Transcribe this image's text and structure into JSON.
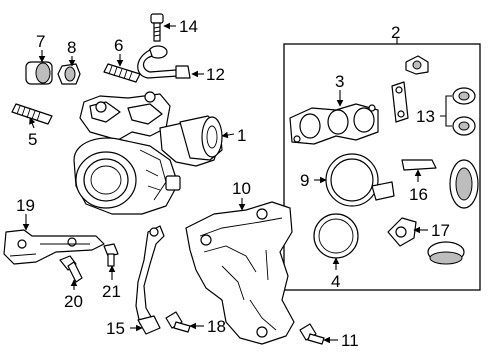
{
  "callouts": {
    "c1": "1",
    "c2": "2",
    "c3": "3",
    "c4": "4",
    "c5": "5",
    "c6": "6",
    "c7": "7",
    "c8": "8",
    "c9": "9",
    "c10": "10",
    "c11": "11",
    "c12": "12",
    "c13": "13",
    "c14": "14",
    "c15": "15",
    "c16": "16",
    "c17": "17",
    "c18": "18",
    "c19": "19",
    "c20": "20",
    "c21": "21"
  },
  "colors": {
    "line": "#000000",
    "background": "#ffffff",
    "shade": "#bdbdbd"
  }
}
